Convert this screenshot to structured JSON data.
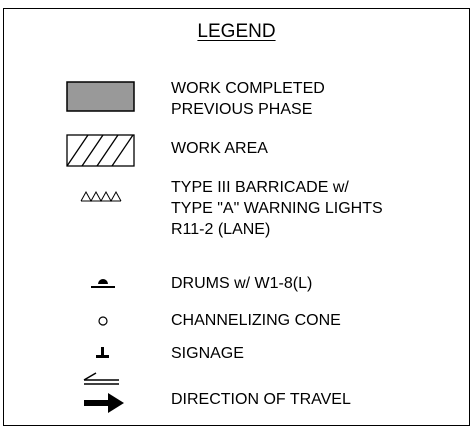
{
  "legend": {
    "title": "LEGEND",
    "items": [
      {
        "icon": "gray-filled-rectangle-icon",
        "lines": [
          "WORK COMPLETED",
          "PREVIOUS PHASE"
        ]
      },
      {
        "icon": "hatched-rectangle-icon",
        "lines": [
          "WORK AREA"
        ]
      },
      {
        "icon": "barricade-icon",
        "lines": [
          "TYPE III BARRICADE w/",
          "TYPE \"A\" WARNING LIGHTS",
          "R11-2 (LANE)"
        ]
      },
      {
        "icon": "drum-icon",
        "lines": [
          "DRUMS w/ W1-8(L)"
        ]
      },
      {
        "icon": "cone-icon",
        "lines": [
          "CHANNELIZING CONE"
        ]
      },
      {
        "icon": "sign-icon",
        "lines": [
          "SIGNAGE"
        ]
      },
      {
        "icon": "travel-arrows-icon",
        "lines": [
          "DIRECTION OF TRAVEL"
        ]
      }
    ],
    "colors": {
      "completed_fill": "#999999",
      "stroke": "#000000",
      "background": "#ffffff"
    }
  }
}
